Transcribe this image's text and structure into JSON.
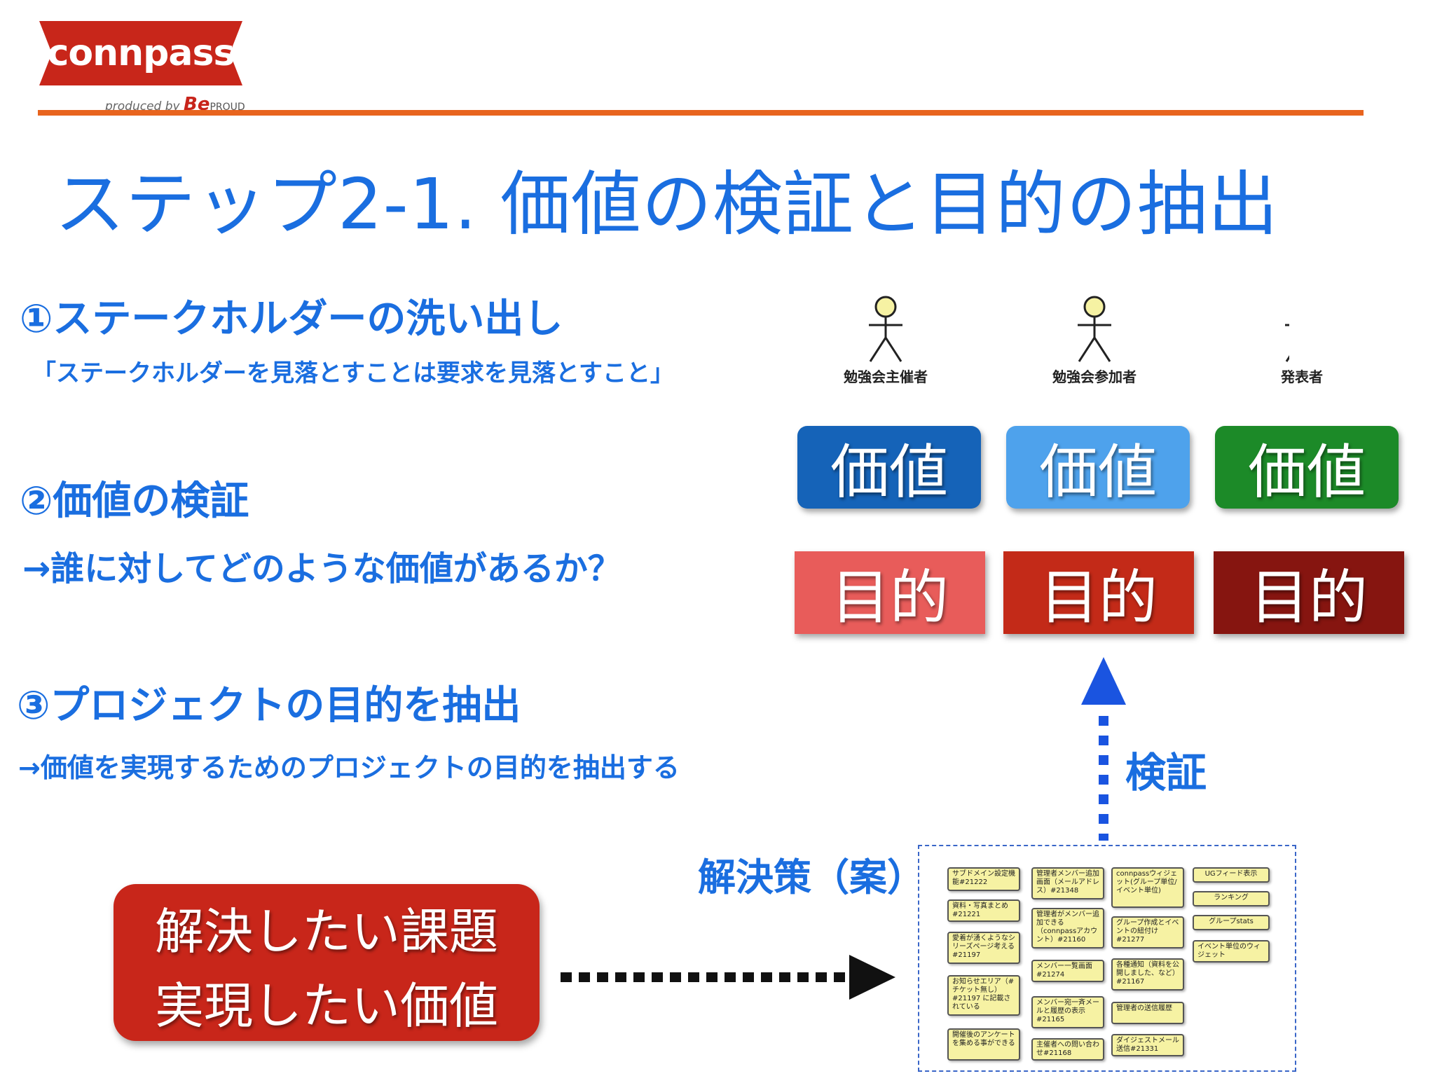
{
  "logo": {
    "text": "connpass",
    "produced_by": "produced by",
    "brand": "Be",
    "brand_suffix": "PROUD"
  },
  "title": "ステップ2-1. 価値の検証と目的の抽出",
  "steps": [
    {
      "heading": "①ステークホルダーの洗い出し",
      "sub": "「ステークホルダーを見落とすことは要求を見落とすこと」"
    },
    {
      "heading": "②価値の検証",
      "sub": "→誰に対してどのような価値があるか？"
    },
    {
      "heading": "③プロジェクトの目的を抽出",
      "sub": "→価値を実現するためのプロジェクトの目的を抽出する"
    }
  ],
  "actors": [
    "勉強会主催者",
    "勉強会参加者",
    "発表者"
  ],
  "values": [
    "価値",
    "価値",
    "価値"
  ],
  "purposes": [
    "目的",
    "目的",
    "目的"
  ],
  "colors": {
    "value": [
      "#1563b8",
      "#4ea2ec",
      "#1c8a28"
    ],
    "purpose": [
      "#e85c5a",
      "#c32a18",
      "#861510"
    ],
    "accent": "#1a6ee0",
    "rule": "#e8641e"
  },
  "verify_label": "検証",
  "solution_label": "解決策（案）",
  "problem_box": {
    "line1": "解決したい課題",
    "line2": "実現したい価値"
  },
  "stickies": [
    "サブドメイン設定機能#21222",
    "資料・写真まとめ#21221",
    "愛着が湧くようなシリーズページ考える#21197",
    "お知らせエリア（#チケット無し）#21197 に記載されている",
    "開催後のアンケートを集める事ができる",
    "管理者メンバー追加画面（メールアドレス）#21348",
    "管理者がメンバー追加できる（connpassアカウント）#21160",
    "メンバー一覧画面#21274",
    "メンバー宛一斉メールと履歴の表示#21165",
    "主催者への問い合わせ#21168",
    "connpassウィジェット(グループ単位/イベント単位)",
    "グループ作成とイベントの紐付け#21277",
    "各種通知（資料を公開しました、など）#21167",
    "管理者の送信履歴",
    "ダイジェストメール送信#21331",
    "UGフィード表示",
    "ランキング",
    "グループstats",
    "イベント単位のウィジェット"
  ]
}
